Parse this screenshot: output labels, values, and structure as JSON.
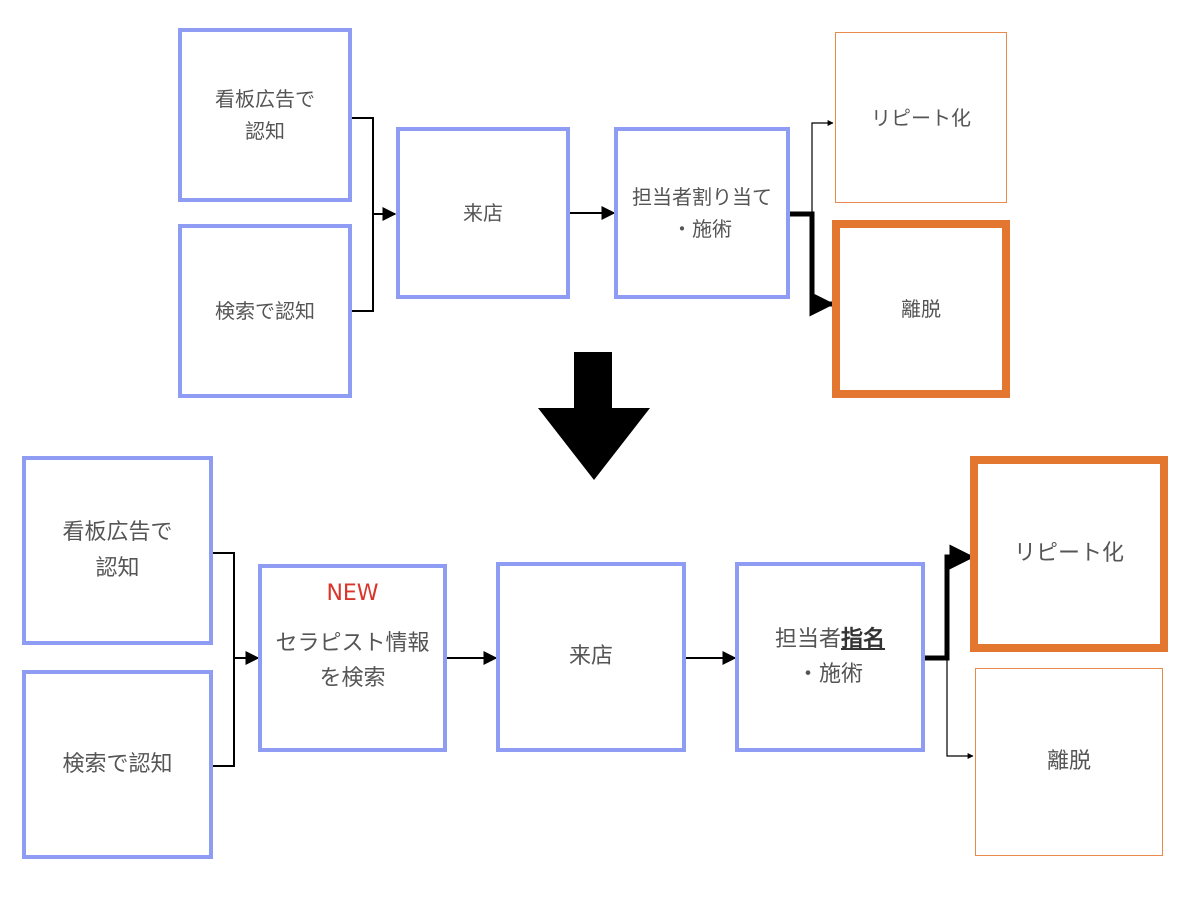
{
  "top": {
    "billboard": [
      "看板広告で",
      "認知"
    ],
    "search": "検索で認知",
    "visit": "来店",
    "assign": [
      "担当者割り当て",
      "・施術"
    ],
    "repeat": "リピート化",
    "churn": "離脱"
  },
  "bottom": {
    "billboard": [
      "看板広告で",
      "認知"
    ],
    "search": "検索で認知",
    "new_badge": "NEW",
    "therapist_search": [
      "セラピスト情報",
      "を検索"
    ],
    "visit": "来店",
    "assign_prefix": "担当者",
    "assign_highlight": "指名",
    "assign_suffix": "・施術",
    "repeat": "リピート化",
    "churn": "離脱"
  },
  "colors": {
    "box_border": "#8f9cf3",
    "emphasis_border": "#e3772f",
    "new_badge": "#d9352b",
    "arrow": "#000000"
  }
}
